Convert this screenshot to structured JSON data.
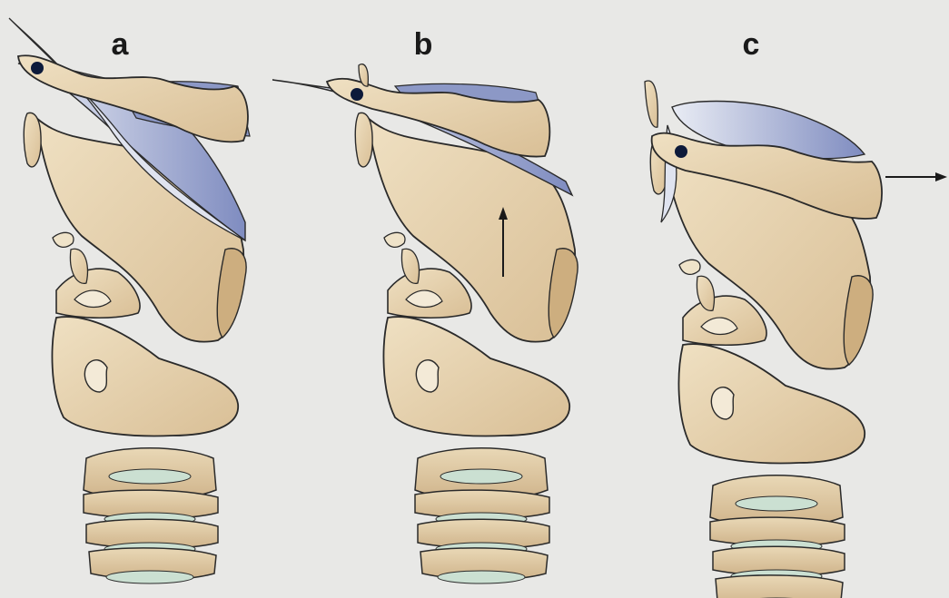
{
  "panels": [
    {
      "label": "a",
      "arrow": "none"
    },
    {
      "label": "b",
      "arrow": "up"
    },
    {
      "label": "c",
      "arrow": "right"
    }
  ],
  "colors": {
    "background": "#e8e8e6",
    "cartilage": "#e6d3b0",
    "cartilage_shade": "#cdb28a",
    "membrane": "#b9c1db",
    "membrane_dark": "#6f7eb5",
    "ligament": "#cbe0d2",
    "outline": "#2a2a2a",
    "pivot": "#0d1a3a"
  },
  "icons": [
    "pivot-dot-icon",
    "arrow-up-icon",
    "arrow-right-icon"
  ]
}
